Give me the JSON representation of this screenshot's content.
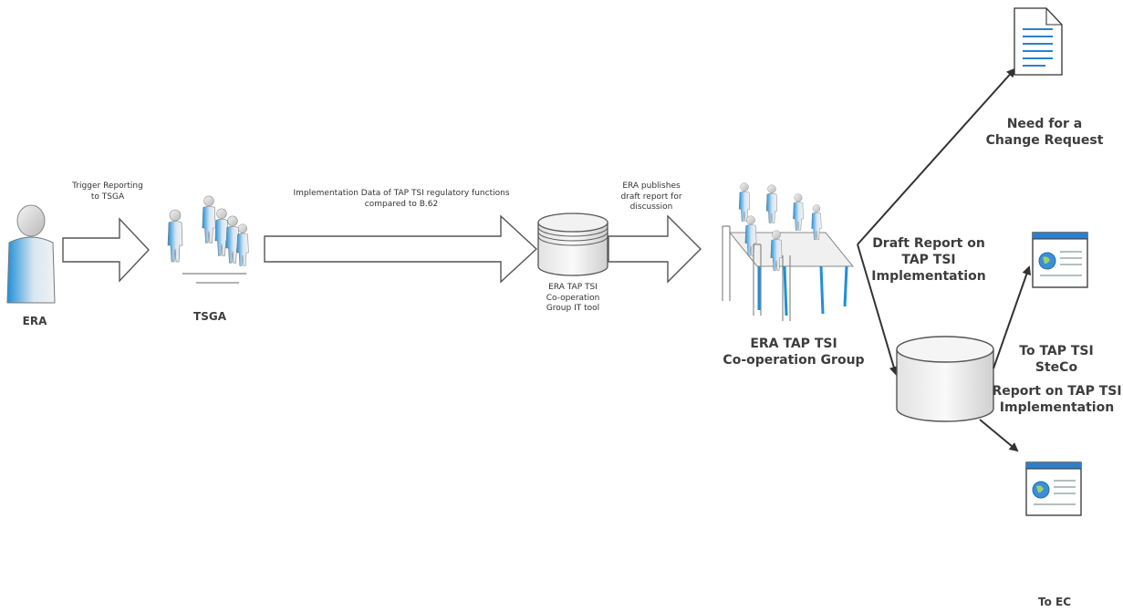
{
  "actors": {
    "era": "ERA",
    "tsga": "TSGA",
    "it_tool": [
      "ERA TAP TSI",
      "Co-operation",
      "Group IT tool"
    ],
    "group": [
      "ERA TAP TSI",
      "Co-operation Group"
    ]
  },
  "flows": {
    "trigger": [
      "Trigger Reporting",
      "to TSGA"
    ],
    "implementation_data": [
      "Implementation Data of  TAP TSI regulatory functions",
      "compared to B.62"
    ],
    "publishes": [
      "ERA publishes",
      "draft report for",
      "discussion"
    ],
    "draft_report": [
      "Draft Report on",
      "TAP TSI",
      "Implementation"
    ]
  },
  "outputs": {
    "change_request": [
      "Need for a",
      "Change Request"
    ],
    "steco": [
      "To TAP TSI",
      "SteCo"
    ],
    "report": [
      "Report on TAP TSI",
      "Implementation"
    ],
    "ec": "To EC"
  },
  "colors": {
    "person_blue": "#1f8fd8",
    "arrow_stroke": "#555555",
    "doc_blue": "#2f7fc8"
  }
}
